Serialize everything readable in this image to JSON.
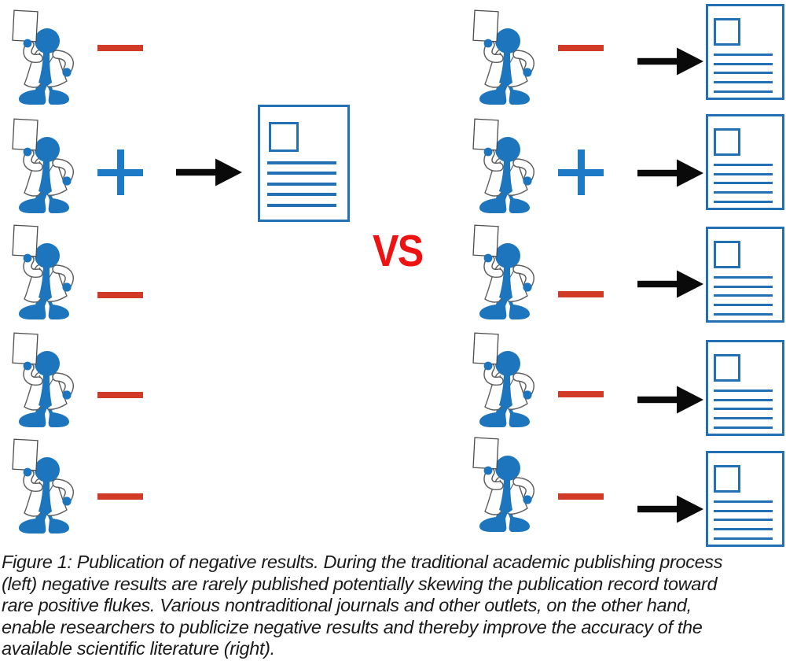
{
  "figure": {
    "vs_label": "VS",
    "colors": {
      "figure_blue": "#1d76bd",
      "positive_blue": "#1d7ac6",
      "document_blue": "#2470b5",
      "negative_red": "#d03a26",
      "vs_red": "#ee1313",
      "arrow_black": "#0a0a0a",
      "background": "#ffffff",
      "caption_text": "#1a1a1a"
    },
    "left_process": {
      "rows": [
        {
          "icons": [
            "scientist-icon",
            "minus-icon"
          ]
        },
        {
          "icons": [
            "scientist-icon",
            "plus-icon",
            "arrow-right-icon",
            "document-icon"
          ]
        },
        {
          "icons": [
            "scientist-icon",
            "minus-icon"
          ]
        },
        {
          "icons": [
            "scientist-icon",
            "minus-icon"
          ]
        },
        {
          "icons": [
            "scientist-icon",
            "minus-icon"
          ]
        }
      ]
    },
    "right_process": {
      "rows": [
        {
          "icons": [
            "scientist-icon",
            "minus-icon",
            "arrow-right-icon",
            "document-icon"
          ]
        },
        {
          "icons": [
            "scientist-icon",
            "plus-icon",
            "arrow-right-icon",
            "document-icon"
          ]
        },
        {
          "icons": [
            "scientist-icon",
            "minus-icon",
            "arrow-right-icon",
            "document-icon"
          ]
        },
        {
          "icons": [
            "scientist-icon",
            "minus-icon",
            "arrow-right-icon",
            "document-icon"
          ]
        },
        {
          "icons": [
            "scientist-icon",
            "minus-icon",
            "arrow-right-icon",
            "document-icon"
          ]
        }
      ]
    },
    "caption": {
      "lines": [
        "Figure 1: Publication of negative results. During the traditional academic publishing process",
        "(left) negative results are rarely published potentially skewing the publication record toward",
        "rare positive flukes. Various nontraditional journals and other outlets, on the other hand,",
        "enable researchers to publicize negative results and thereby improve the accuracy of the",
        "available scientific literature (right)."
      ]
    }
  }
}
